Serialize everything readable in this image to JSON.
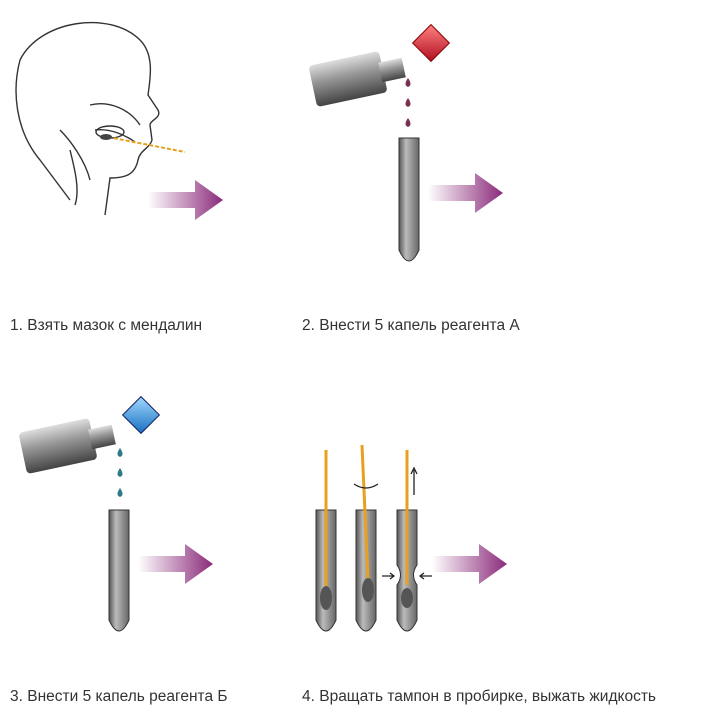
{
  "steps": [
    {
      "number": "1.",
      "caption": "1. Взять мазок с мендалин"
    },
    {
      "number": "2.",
      "caption": "2. Внести 5 капель реагента А"
    },
    {
      "number": "3.",
      "caption": "3. Внести 5 капель реагента Б"
    },
    {
      "number": "4.",
      "caption": "4. Вращать тампон в пробирке, выжать жидкость"
    }
  ],
  "colors": {
    "reagent_a": "#e0303a",
    "reagent_b": "#3a9be0",
    "arrow": "#8a2a7a",
    "swab": "#e8a020",
    "tube": "#8c8c8c"
  }
}
